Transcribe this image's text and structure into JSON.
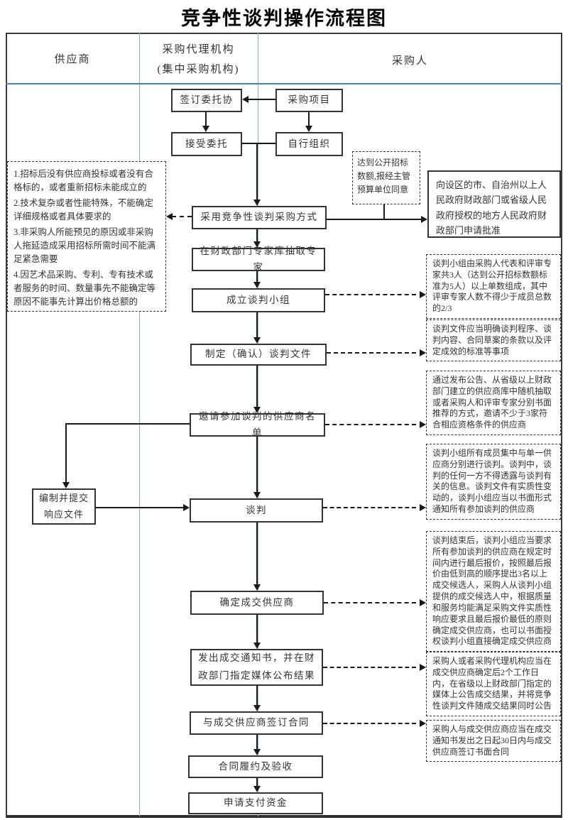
{
  "title": "竞争性谈判操作流程图",
  "lanes": {
    "supplier": "供应商",
    "agency": "采购代理机构",
    "agency_sub": "(集中采购机构)",
    "purchaser": "采购人"
  },
  "nodes": {
    "sign_agreement": "签订委托协",
    "procurement_project": "采购项目",
    "accept_delegation": "接受委托",
    "self_organize": "自行组织",
    "adopt_method": "采用竞争性谈判采购方式",
    "extract_experts": "在财政部门专家库抽取专家",
    "form_group": "成立谈判小组",
    "formulate_documents": "制定（确认）谈判文件",
    "invite_suppliers": "邀请参加谈判的供应商名单",
    "prepare_response": "编制并提交响应文件",
    "negotiate": "谈判",
    "determine_supplier": "确定成交供应商",
    "issue_notice": "发出成交通知书，并在财政部门指定媒体公布结果",
    "sign_contract": "与成交供应商签订合同",
    "contract_performance": "合同履约及验收",
    "apply_payment": "申请支付资金"
  },
  "annotations": {
    "conditions": {
      "item1": "1.招标后没有供应商投标或者没有合格标的，或者重新招标未能成立的",
      "item2": "2.技术复杂或者性能特殊，不能确定详细规格或者具体要求的",
      "item3": "3.非采购人所能预见的原因或非采购人拖延造成采用招标所需时间不能满足紧急需要",
      "item4": "4.因艺术品采购、专利、专有技术或者服务的时间、数量事先不能确定等原因不能事先计算出价格总额的"
    },
    "open_tender": "达到公开招标数额,报经主管预算单位同意",
    "approval": "向设区的市、自治州以上人民政府财政部门或省级人民政府授权的地方人民政府财政部门申请批准",
    "group_composition": "谈判小组由采购人代表和评审专家共3人（达到公开招标数额标准为5人）以上单数组成，其中评审专家人数不得少于成员总数的2/3",
    "document_requirements": "谈判文件应当明确谈判程序、谈判内容、合同草案的条款以及评定成效的标准等事项",
    "invitation_method": "通过发布公告、从省级以上财政部门建立的供应商库中随机抽取或者采购人和评审专家分别书面推荐的方式，邀请不少于3家符合相应资格条件的供应商",
    "negotiation_rules": "谈判小组所有成员集中与单一供应商分别进行谈判。谈判中，谈判的任何一方不得透露与谈判有关的信息。谈判文件有实质性变动的，谈判小组应当以书面形式通知所有参加谈判的供应商",
    "final_quote_rules": "谈判结束后，谈判小组应当要求所有参加谈判的供应商在规定时间内进行最后报价，按照最后报价由低到高的顺序提出3名以上成交候选人，采购人从谈判小组提供的成交候选人中，根据质量和服务均能满足采购文件实质性响应要求且最后报价最低的原则确定成交供应商，也可以书面授权谈判小组直接确定成交供应商",
    "announcement": "采购人或者采购代理机构应当在成交供应商确定后2个工作日内，在省级以上财政部门指定的媒体上公告成交结果，并将竞争性谈判文件随成交结果同时公告",
    "contract_deadline": "采购人与成交供应商应当在成交通知书发出之日起30日内与成交供应商签订书面合同"
  },
  "colors": {
    "lane_divider": "#8ab2d8",
    "header_rule": "#4a7ebc",
    "flow_line": "#1a1a1a",
    "box_border": "#333333"
  }
}
